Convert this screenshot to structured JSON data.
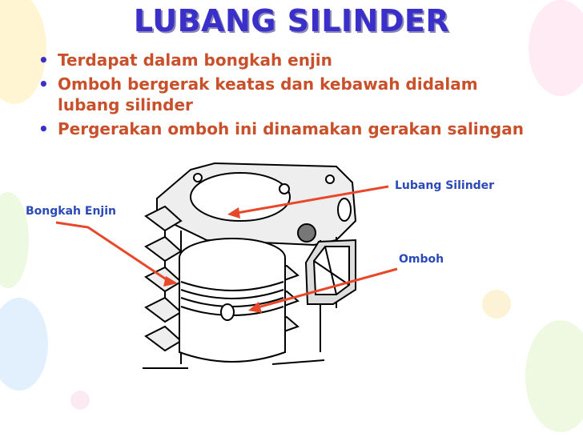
{
  "slide": {
    "title": "LUBANG SILINDER",
    "bullets": [
      {
        "text": "Terdapat dalam bongkah enjin"
      },
      {
        "text": "Omboh bergerak keatas dan kebawah didalam lubang silinder"
      },
      {
        "text": "Pergerakan omboh ini dinamakan gerakan salingan"
      }
    ]
  },
  "diagram": {
    "labels": {
      "cylinder_bore": "Lubang Silinder",
      "engine_block": "Bongkah Enjin",
      "piston": "Omboh"
    }
  },
  "colors": {
    "title": "#3a2fc9",
    "bullet_text": "#c8502a",
    "label_text": "#2b49b8",
    "arrow": "#e8482a"
  }
}
